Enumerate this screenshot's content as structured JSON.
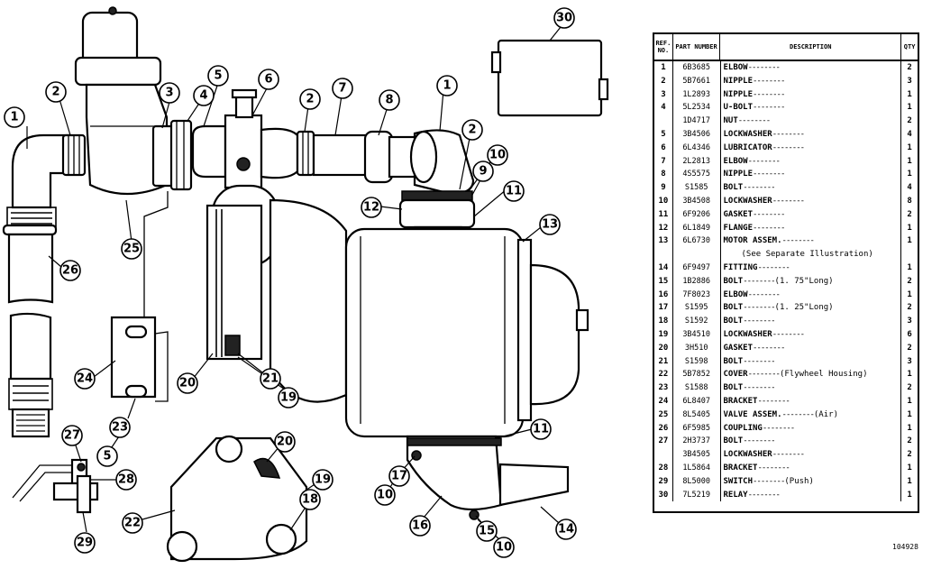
{
  "table": {
    "headers": {
      "ref": "REF. NO.",
      "part": "PART NUMBER",
      "description": "DESCRIPTION",
      "qty": "QTY"
    },
    "rows": [
      {
        "ref": "1",
        "part": "6B3685",
        "desc": "ELBOW",
        "note": "",
        "qty": "2"
      },
      {
        "ref": "2",
        "part": "5B7661",
        "desc": "NIPPLE",
        "note": "",
        "qty": "3"
      },
      {
        "ref": "3",
        "part": "1L2893",
        "desc": "NIPPLE",
        "note": "",
        "qty": "1"
      },
      {
        "ref": "4",
        "part": "5L2534",
        "desc": "U-BOLT",
        "note": "",
        "qty": "1"
      },
      {
        "ref": "",
        "part": "1D4717",
        "desc": "NUT",
        "note": "",
        "qty": "2"
      },
      {
        "ref": "5",
        "part": "3B4506",
        "desc": "LOCKWASHER",
        "note": "",
        "qty": "4"
      },
      {
        "ref": "6",
        "part": "6L4346",
        "desc": "LUBRICATOR",
        "note": "",
        "qty": "1"
      },
      {
        "ref": "7",
        "part": "2L2813",
        "desc": "ELBOW",
        "note": "",
        "qty": "1"
      },
      {
        "ref": "8",
        "part": "4S5575",
        "desc": "NIPPLE",
        "note": "",
        "qty": "1"
      },
      {
        "ref": "9",
        "part": "S1585",
        "desc": "BOLT",
        "note": "",
        "qty": "4"
      },
      {
        "ref": "10",
        "part": "3B4508",
        "desc": "LOCKWASHER",
        "note": "",
        "qty": "8"
      },
      {
        "ref": "11",
        "part": "6F9206",
        "desc": "GASKET",
        "note": "",
        "qty": "2"
      },
      {
        "ref": "12",
        "part": "6L1849",
        "desc": "FLANGE",
        "note": "",
        "qty": "1"
      },
      {
        "ref": "13",
        "part": "6L6730",
        "desc": "MOTOR ASSEM.",
        "note": "",
        "qty": "1"
      },
      {
        "ref": "",
        "part": "",
        "desc": "",
        "note": "(See Separate Illustration)",
        "qty": ""
      },
      {
        "ref": "14",
        "part": "6F9497",
        "desc": "FITTING",
        "note": "",
        "qty": "1"
      },
      {
        "ref": "15",
        "part": "1B2886",
        "desc": "BOLT",
        "note": "(1. 75\"Long)",
        "qty": "2"
      },
      {
        "ref": "16",
        "part": "7F8023",
        "desc": "ELBOW",
        "note": "",
        "qty": "1"
      },
      {
        "ref": "17",
        "part": "S1595",
        "desc": "BOLT",
        "note": "(1. 25\"Long)",
        "qty": "2"
      },
      {
        "ref": "18",
        "part": "S1592",
        "desc": "BOLT",
        "note": "",
        "qty": "3"
      },
      {
        "ref": "19",
        "part": "3B4510",
        "desc": "LOCKWASHER",
        "note": "",
        "qty": "6"
      },
      {
        "ref": "20",
        "part": "3H510",
        "desc": "GASKET",
        "note": "",
        "qty": "2"
      },
      {
        "ref": "21",
        "part": "S1598",
        "desc": "BOLT",
        "note": "",
        "qty": "3"
      },
      {
        "ref": "22",
        "part": "5B7852",
        "desc": "COVER",
        "note": "(Flywheel Housing)",
        "qty": "1"
      },
      {
        "ref": "23",
        "part": "S1588",
        "desc": "BOLT",
        "note": "",
        "qty": "2"
      },
      {
        "ref": "24",
        "part": "6L8407",
        "desc": "BRACKET",
        "note": "",
        "qty": "1"
      },
      {
        "ref": "25",
        "part": "8L5405",
        "desc": "VALVE ASSEM.",
        "note": "(Air)",
        "qty": "1"
      },
      {
        "ref": "26",
        "part": "6F5985",
        "desc": "COUPLING",
        "note": "",
        "qty": "1"
      },
      {
        "ref": "27",
        "part": "2H3737",
        "desc": "BOLT",
        "note": "",
        "qty": "2"
      },
      {
        "ref": "",
        "part": "3B4505",
        "desc": "LOCKWASHER",
        "note": "",
        "qty": "2"
      },
      {
        "ref": "28",
        "part": "1L5864",
        "desc": "BRACKET",
        "note": "",
        "qty": "1"
      },
      {
        "ref": "29",
        "part": "8L5000",
        "desc": "SWITCH",
        "note": "(Push)",
        "qty": "1"
      },
      {
        "ref": "30",
        "part": "7L5219",
        "desc": "RELAY",
        "note": "",
        "qty": "1"
      }
    ]
  },
  "callouts": [
    "1",
    "2",
    "3",
    "4",
    "5",
    "6",
    "2",
    "7",
    "8",
    "1",
    "2",
    "10",
    "9",
    "11",
    "12",
    "13",
    "25",
    "26",
    "24",
    "23",
    "5",
    "20",
    "21",
    "19",
    "11",
    "17",
    "10",
    "16",
    "15",
    "10",
    "14",
    "27",
    "28",
    "29",
    "22",
    "20",
    "19",
    "18",
    "30"
  ],
  "figure_code": "104928"
}
